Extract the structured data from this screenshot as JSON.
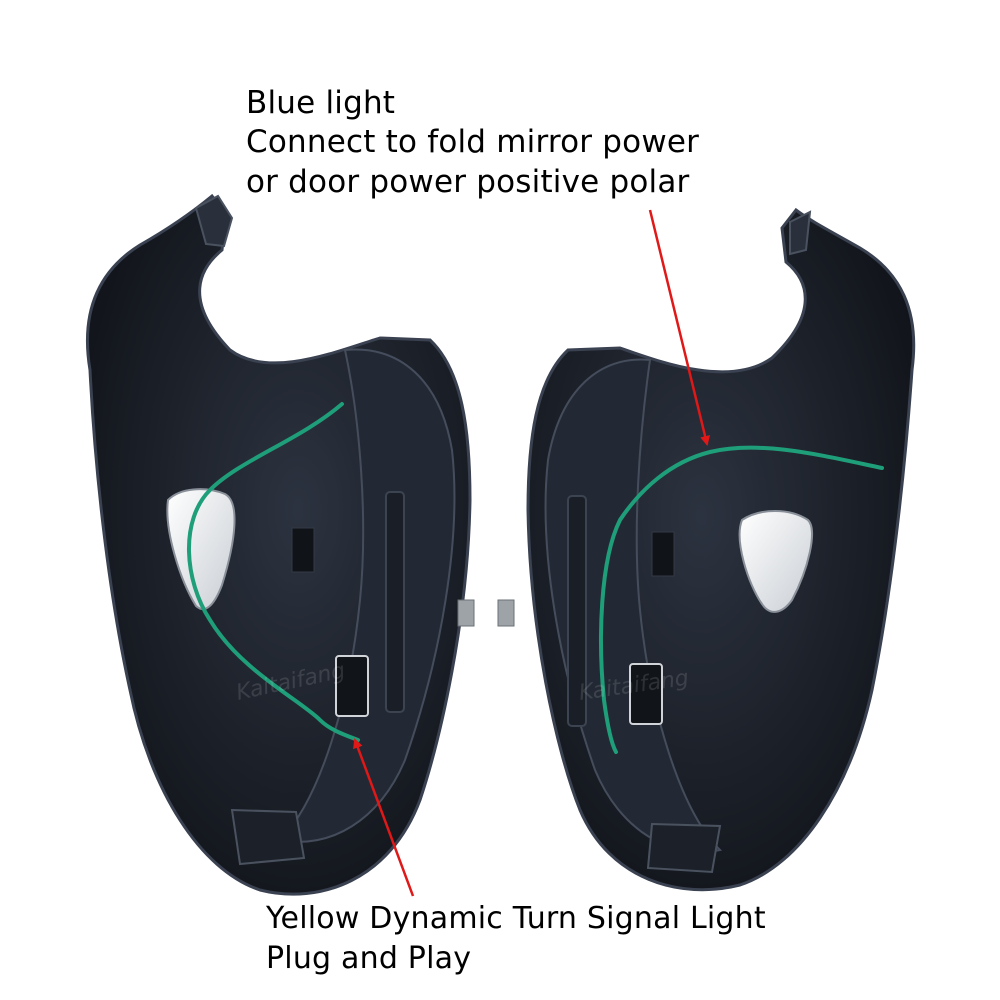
{
  "annotations": {
    "top": {
      "lines": [
        "Blue light",
        "Connect to fold mirror power",
        "or door power positive polar"
      ]
    },
    "bottom": {
      "lines": [
        "Yellow Dynamic Turn Signal Light",
        "Plug and Play"
      ]
    }
  },
  "watermark": "Kaitaifang",
  "colors": {
    "background": "#ffffff",
    "housing": "#1b1f28",
    "housing_edge": "#3a4150",
    "wire": "#1f9e7a",
    "arrow": "#e01818",
    "lens": "#e9ecef"
  }
}
